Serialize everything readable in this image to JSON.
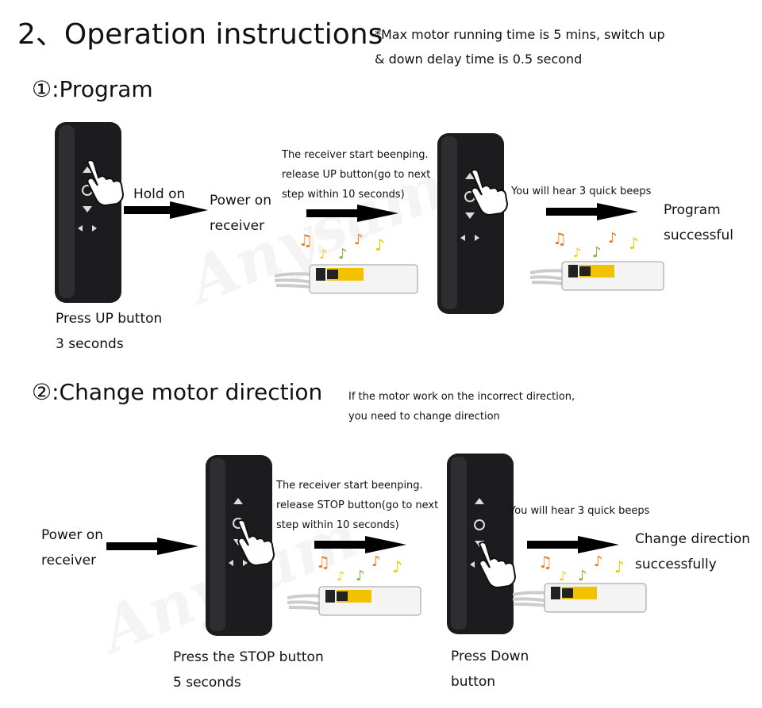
{
  "header": {
    "title": "2、Operation instructions",
    "note_line1": "*Max motor running time is 5 mins, switch up",
    "note_line2": "& down delay time is 0.5 second"
  },
  "program": {
    "title": "①:Program",
    "press_up_line1": "Press UP button",
    "press_up_line2": "3 seconds",
    "hold_on": "Hold on",
    "power_on_line1": "Power on",
    "power_on_line2": "receiver",
    "beeping_line1": "The receiver start beenping.",
    "beeping_line2": "release UP button(go to next",
    "beeping_line3": "step within 10 seconds)",
    "quick_beeps": "You will hear 3 quick beeps",
    "result_line1": "Program",
    "result_line2": "successful"
  },
  "direction": {
    "title": "②:Change motor direction",
    "note_line1": "If the motor work on the incorrect direction,",
    "note_line2": "you need to change direction",
    "power_on_line1": "Power on",
    "power_on_line2": "receiver",
    "beeping_line1": "The receiver start beenping.",
    "beeping_line2": "release STOP button(go to next",
    "beeping_line3": "step within 10 seconds)",
    "quick_beeps": "You will hear 3 quick beeps",
    "press_stop_line1": "Press the STOP button",
    "press_stop_line2": "5 seconds",
    "press_down_line1": "Press Down",
    "press_down_line2": "button",
    "result_line1": "Change direction",
    "result_line2": "successfully"
  },
  "icons": {
    "remote": "remote-control-icon",
    "hand": "pointing-hand-icon",
    "arrow": "right-arrow-icon",
    "receiver": "receiver-module-icon",
    "music": "music-note-icon"
  },
  "colors": {
    "remote_body": "#1c1c1e",
    "label_yellow": "#f2c200",
    "note_orange": "#f07a1a",
    "note_yellow": "#f2c800",
    "note_green": "#7fb23a",
    "text": "#111111"
  }
}
